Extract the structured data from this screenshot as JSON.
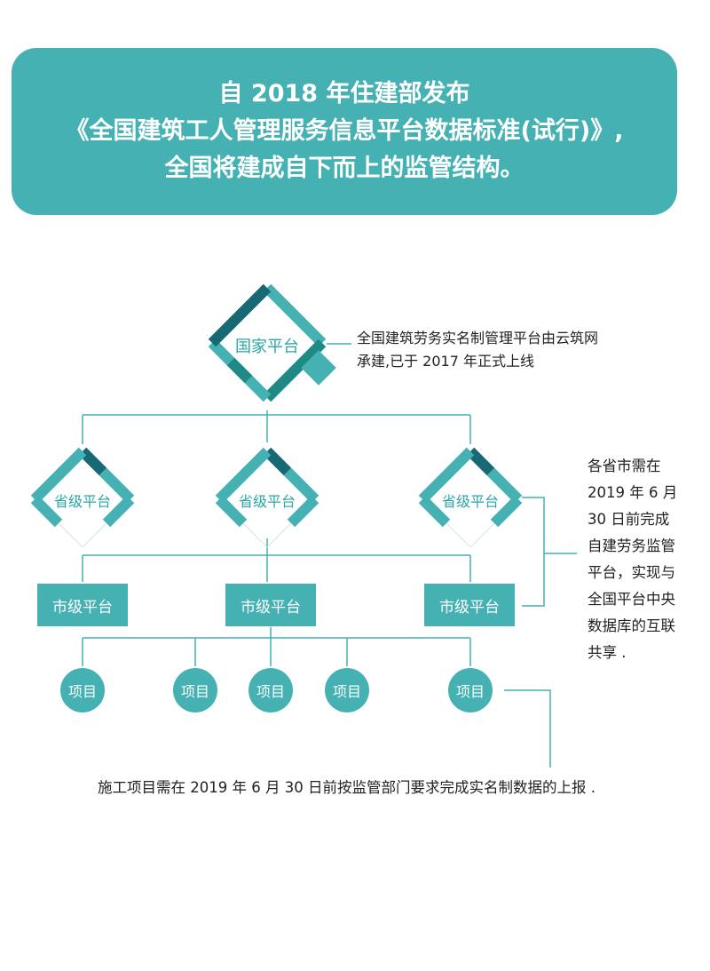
{
  "header": {
    "line1": "自 2018 年住建部发布",
    "line2": "《全国建筑工人管理服务信息平台数据标准(试行)》,",
    "line3": "全国将建成自下而上的监管结构。"
  },
  "national": {
    "label": "国家平台",
    "note_line1": "全国建筑劳务实名制管理平台由云筑网",
    "note_line2": "承建,已于 2017 年正式上线"
  },
  "provincial": {
    "labels": [
      "省级平台",
      "省级平台",
      "省级平台"
    ]
  },
  "municipal": {
    "labels": [
      "市级平台",
      "市级平台",
      "市级平台"
    ]
  },
  "projects": {
    "labels": [
      "项目",
      "项目",
      "项目",
      "项目",
      "项目"
    ]
  },
  "province_note": {
    "lines": [
      "各省市需在",
      "2019 年 6 月",
      "30 日前完成",
      "自建劳务监管",
      "平台，实现与",
      "全国平台中央",
      "数据库的互联",
      "共享 ."
    ]
  },
  "project_note": "施工项目需在 2019 年 6 月 30 日前按监管部门要求完成实名制数据的上报 .",
  "colors": {
    "teal": "#45b1b3",
    "dark_teal": "#176a74",
    "line": "#45b1b3"
  }
}
